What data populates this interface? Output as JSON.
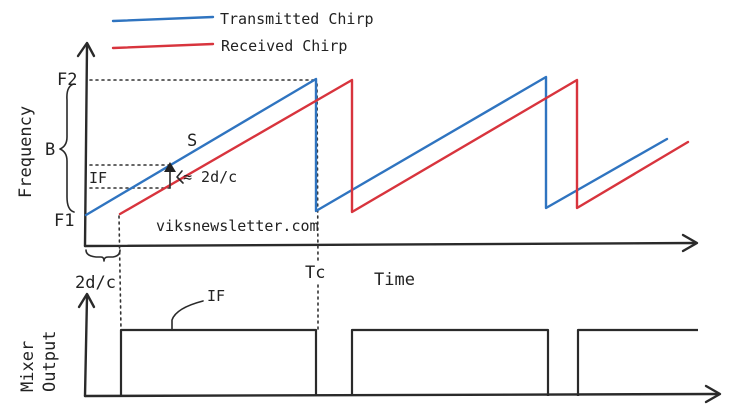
{
  "legend": {
    "transmitted": "Transmitted Chirp",
    "received": "Received Chirp"
  },
  "labels": {
    "f2": "F2",
    "f1": "F1",
    "b": "B",
    "s": "S",
    "if_top": "IF",
    "tau": "≈ 2d/c",
    "frequency": "Frequency",
    "tc": "Tc",
    "time": "Time",
    "delay": "2d/c",
    "if_mixer": "IF",
    "mixer": "Mixer",
    "output": "Output",
    "watermark": "viksnewsletter.com"
  },
  "colors": {
    "transmitted": "#2f74c0",
    "received": "#d8343d",
    "accent_green": "#2e9a3c",
    "accent_red": "#d8343d"
  }
}
